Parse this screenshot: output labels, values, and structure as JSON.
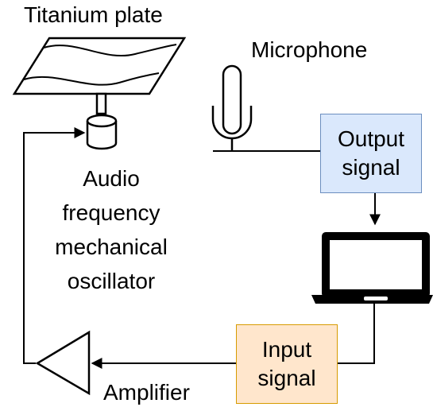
{
  "labels": {
    "plate": "Titanium plate",
    "microphone": "Microphone",
    "oscillator": [
      "Audio",
      "frequency",
      "mechanical",
      "oscillator"
    ],
    "amplifier": "Amplifier"
  },
  "boxes": {
    "output": {
      "lines": [
        "Output",
        "signal"
      ],
      "fill": "#dae8fc",
      "stroke": "#6c8ebf"
    },
    "input": {
      "lines": [
        "Input",
        "signal"
      ],
      "fill": "#ffe6cc",
      "stroke": "#d79b00"
    }
  },
  "colors": {
    "stroke": "#000000",
    "background": "#ffffff"
  },
  "icons": [
    "plate-icon",
    "oscillator-icon",
    "microphone-icon",
    "laptop-icon",
    "amplifier-icon"
  ]
}
